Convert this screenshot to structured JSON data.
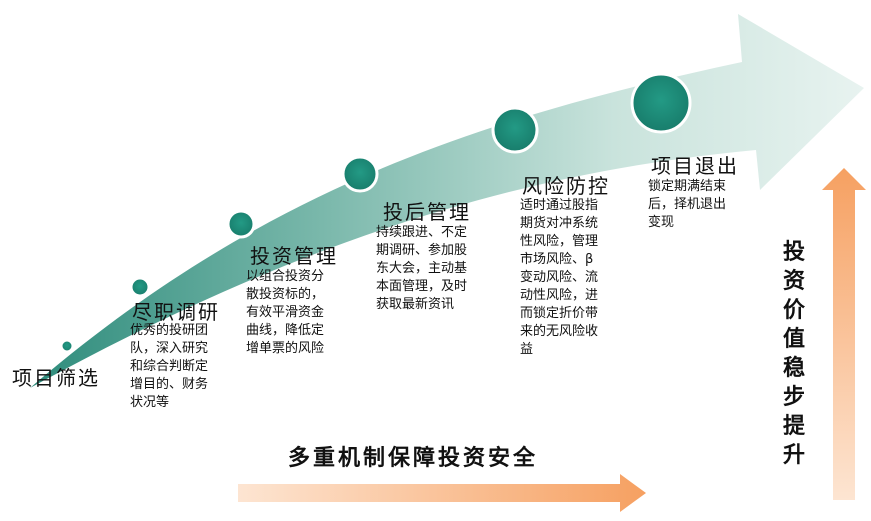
{
  "colors": {
    "arrow_light": "#e4f1ee",
    "arrow_dark": "#2e8c7c",
    "node_fill": "#1f8a78",
    "orange_light": "#fde2cc",
    "orange_dark": "#f7a66a"
  },
  "stages": [
    {
      "title": "项目筛选",
      "desc": ""
    },
    {
      "title": "尽职调研",
      "desc": "优秀的投研团\n队，深入研究\n和综合判断定\n增目的、财务\n状况等"
    },
    {
      "title": "投资管理",
      "desc": "以组合投资分\n散投资标的，\n有效平滑资金\n曲线，降低定\n增单票的风险"
    },
    {
      "title": "投后管理",
      "desc": "持续跟进、不定\n期调研、参加股\n东大会，主动基\n本面管理，及时\n获取最新资讯"
    },
    {
      "title": "风险防控",
      "desc": "适时通过股指\n期货对冲系统\n性风险，管理\n市场风险、β\n变动风险、流\n动性风险，进\n而锁定折价带\n来的无风险收\n益"
    },
    {
      "title": "项目退出",
      "desc": "锁定期满结束\n后，择机退出\n变现"
    }
  ],
  "bottom_label": "多重机制保障投资安全",
  "vertical_label": "投资价值稳步提升"
}
